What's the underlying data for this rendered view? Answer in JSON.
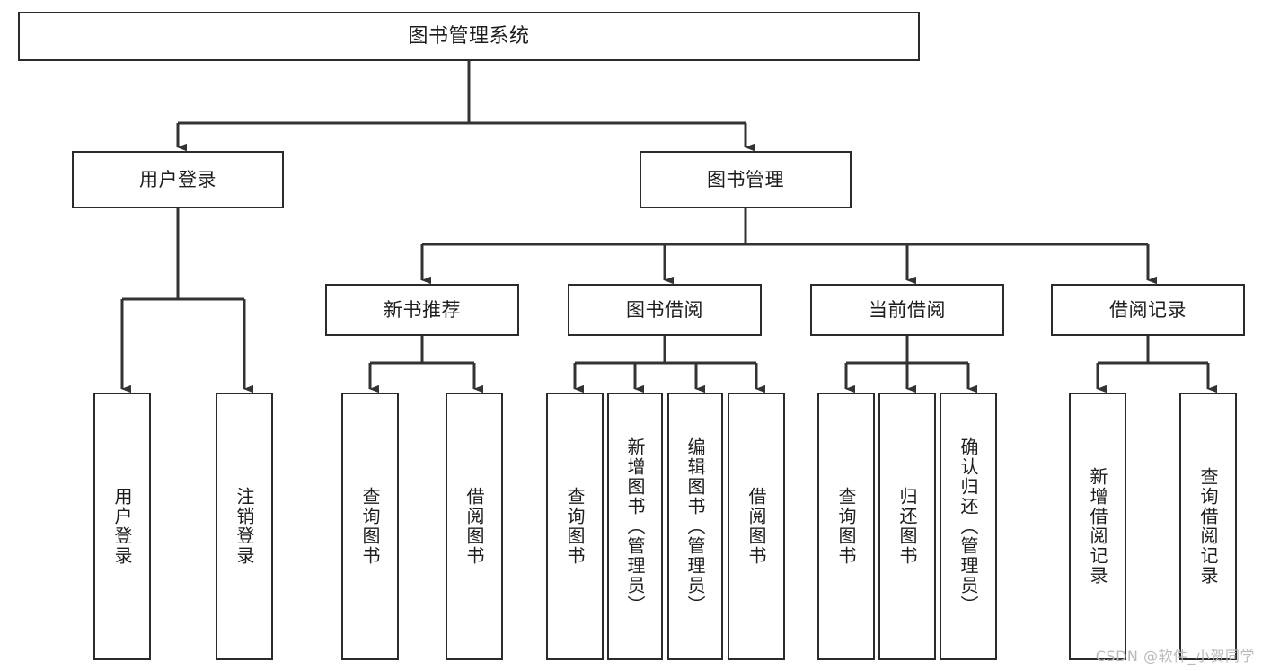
{
  "diagram": {
    "title": "图书管理系统",
    "type": "tree-hierarchy-chart",
    "colors": {
      "background": "#ffffff",
      "box_border": "#2b2b2b",
      "box_fill": "#ffffff",
      "text": "#1d1d1d",
      "connector": "#333333",
      "watermark": "#b9b9b9"
    },
    "root": {
      "label": "图书管理系统"
    },
    "level2": [
      {
        "label": "用户登录"
      },
      {
        "label": "图书管理"
      }
    ],
    "level3": [
      {
        "label": "新书推荐"
      },
      {
        "label": "图书借阅"
      },
      {
        "label": "当前借阅"
      },
      {
        "label": "借阅记录"
      }
    ],
    "leaves": {
      "user_login": [
        {
          "label": "用户登录"
        },
        {
          "label": "注销登录"
        }
      ],
      "new_book_recommend": [
        {
          "label": "查询图书"
        },
        {
          "label": "借阅图书"
        }
      ],
      "book_borrow": [
        {
          "label": "查询图书"
        },
        {
          "label": "新增图书（管理员）"
        },
        {
          "label": "编辑图书（管理员）"
        },
        {
          "label": "借阅图书"
        }
      ],
      "current_borrow": [
        {
          "label": "查询图书"
        },
        {
          "label": "归还图书"
        },
        {
          "label": "确认归还（管理员）"
        }
      ],
      "borrow_records": [
        {
          "label": "新增借阅记录"
        },
        {
          "label": "查询借阅记录"
        }
      ]
    },
    "watermark": "CSDN @软件_小贺同学"
  }
}
